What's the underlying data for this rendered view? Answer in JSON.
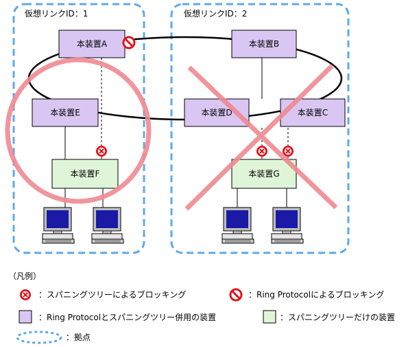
{
  "sites": [
    {
      "label": "仮想リンクID：1"
    },
    {
      "label": "仮想リンクID：2"
    }
  ],
  "devices": {
    "A": "本装置A",
    "B": "本装置B",
    "C": "本装置C",
    "D": "本装置D",
    "E": "本装置E",
    "F": "本装置F",
    "G": "本装置G"
  },
  "legend": {
    "title": "（凡例）",
    "stp_block": "：スパニングツリーによるブロッキング",
    "ring_block": "：Ring Protocolによるブロッキング",
    "ring_stp_device": "：Ring Protocolとスパニングツリー併用の装置",
    "stp_device": "：スパニングツリーだけの装置",
    "site": "：拠点"
  },
  "colors": {
    "site_border": "#5fa8e8",
    "ring_stp_fill": "#d9c6f2",
    "stp_fill": "#dff5d8",
    "circle_mark": "#ef8a92",
    "cross_mark": "#ef8a92",
    "block_red": "#e0161e"
  }
}
